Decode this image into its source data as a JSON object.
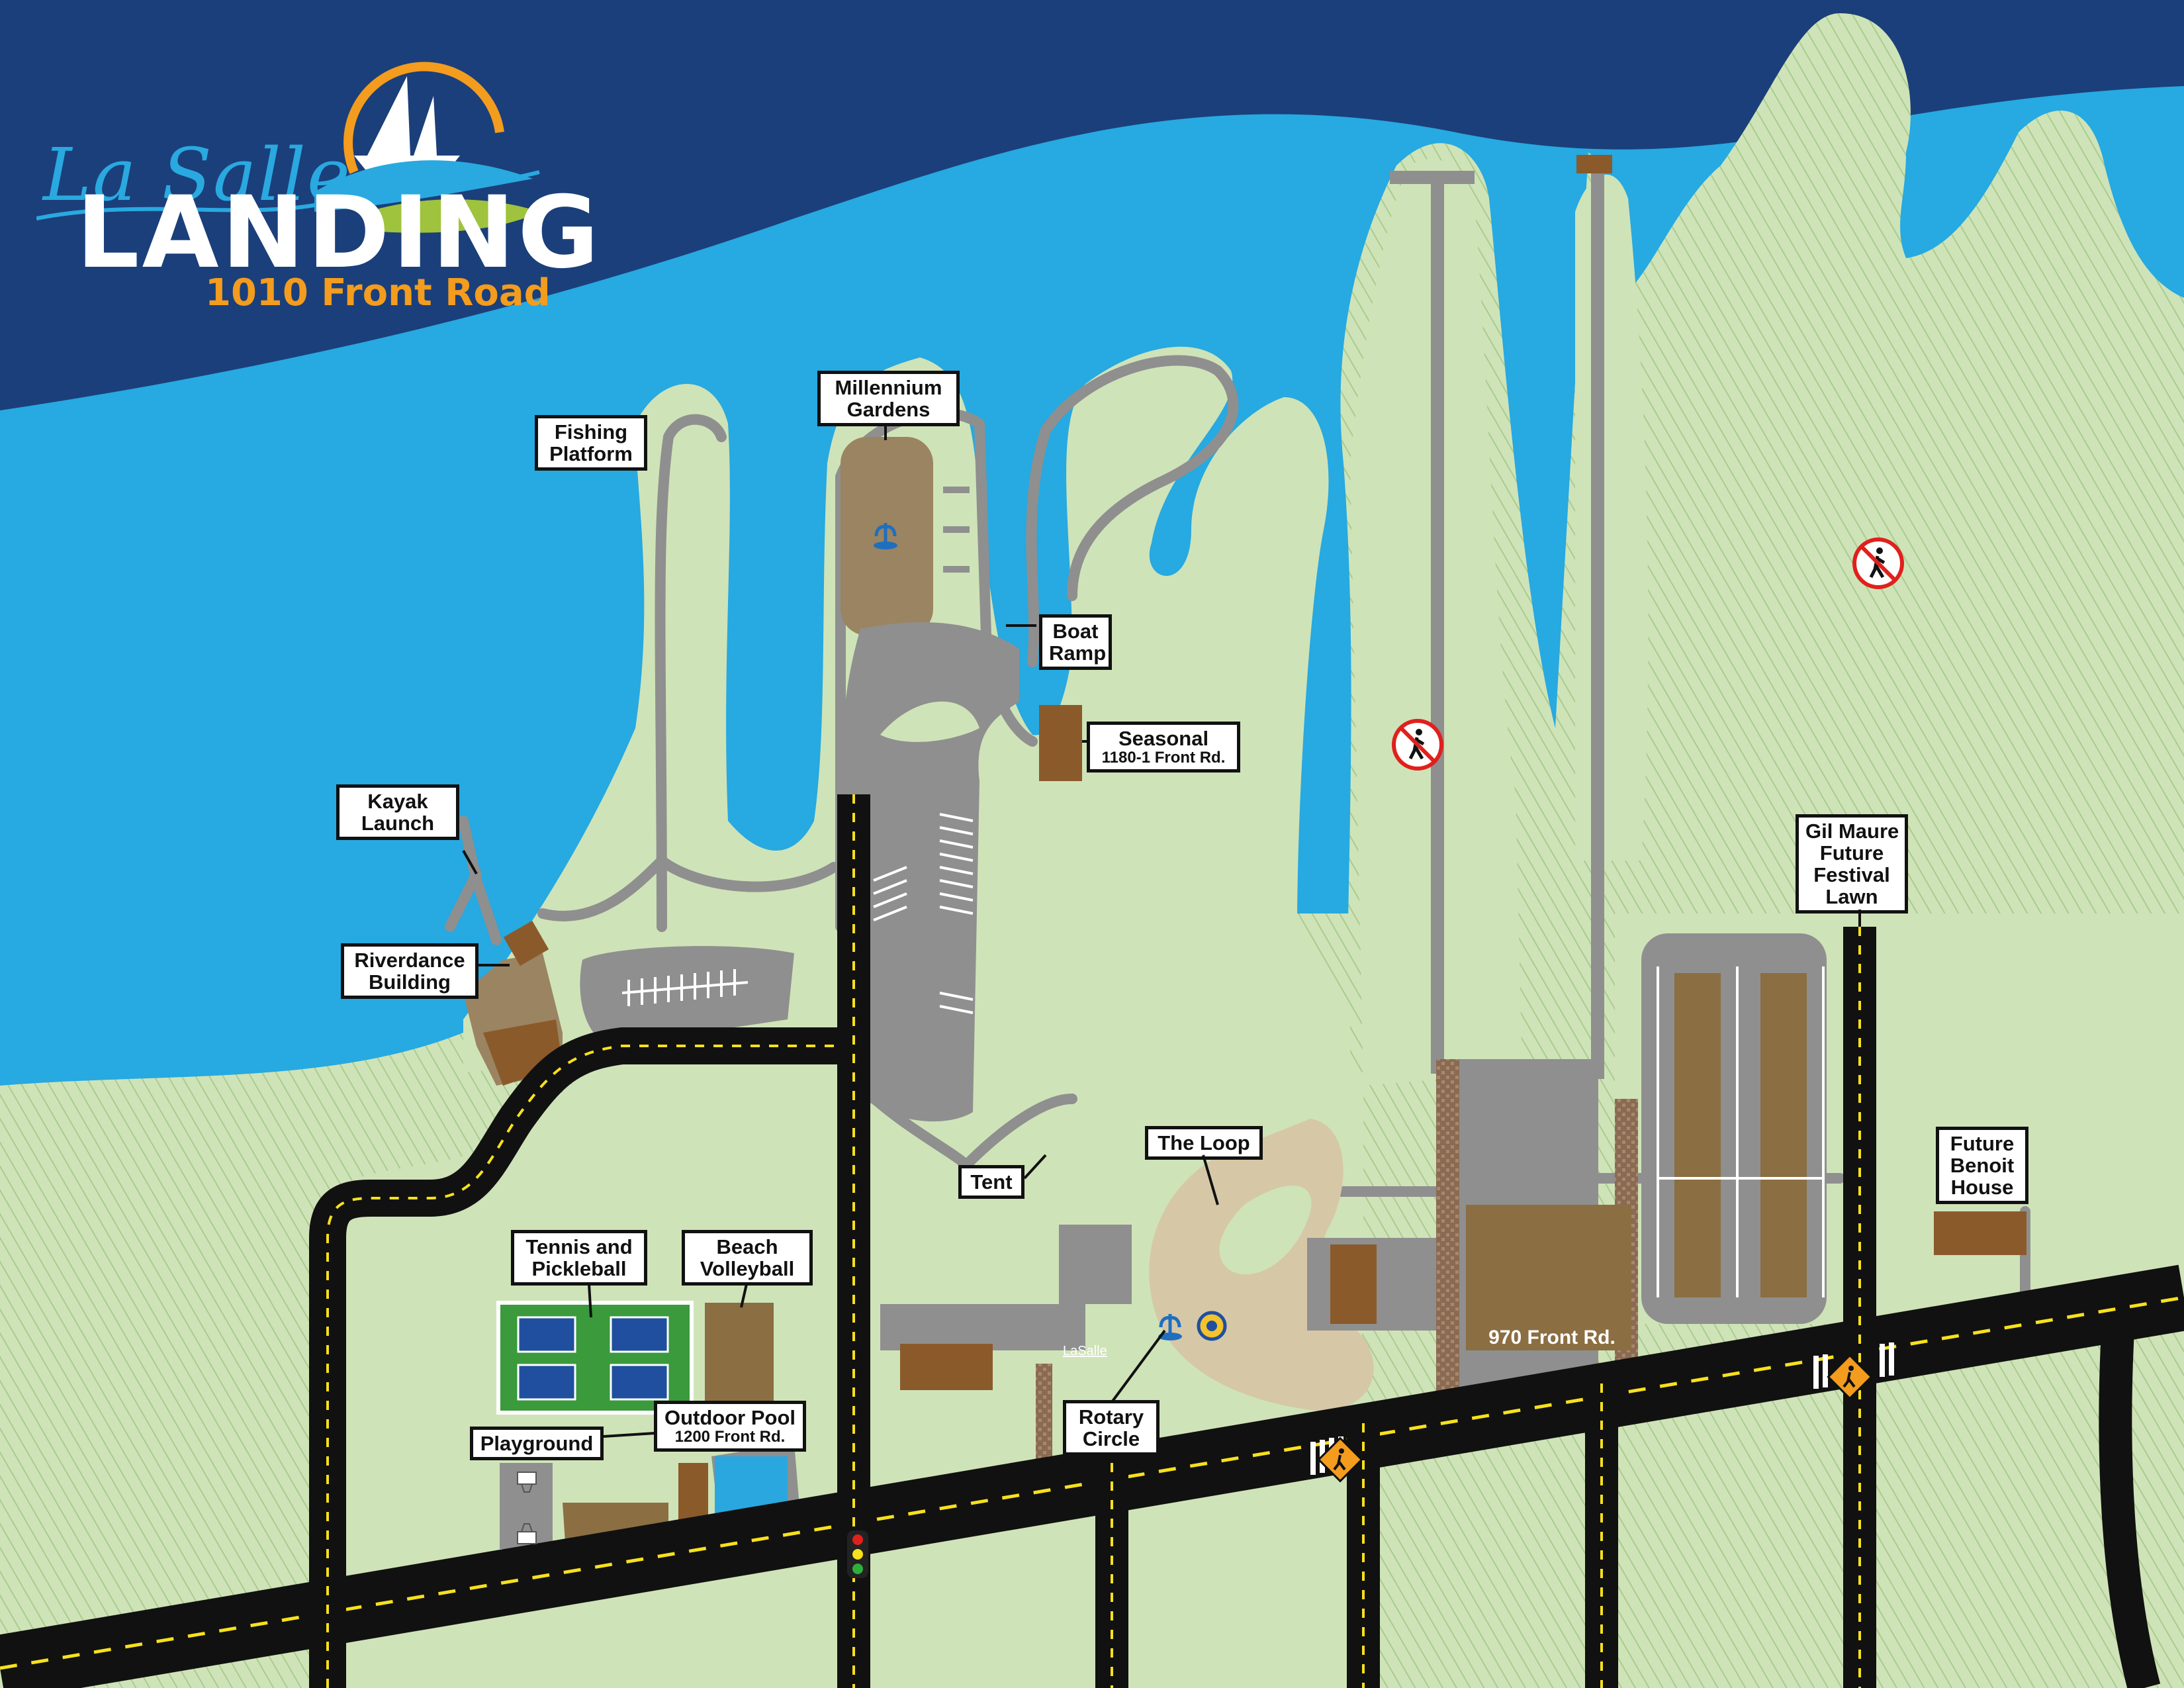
{
  "logo": {
    "script": "La Salle",
    "title": "LANDING",
    "address": "1010 Front Road"
  },
  "colors": {
    "deep_water": "#1b3f7a",
    "water": "#27a9e1",
    "land": "#cfe3b8",
    "path": "#8f8f8f",
    "road": "#111111",
    "road_line": "#f7e11c",
    "building": "#8b5a2b",
    "garden": "#9b8461",
    "court": "#3a9a3c",
    "pool": "#2aa7df",
    "accent_orange": "#f39c1e"
  },
  "labels": {
    "millennium_gardens": [
      "Millennium",
      "Gardens"
    ],
    "fishing_platform": [
      "Fishing",
      "Platform"
    ],
    "boat_ramp": [
      "Boat",
      "Ramp"
    ],
    "seasonal": {
      "name": "Seasonal",
      "address": "1180-1 Front Rd."
    },
    "kayak_launch": [
      "Kayak",
      "Launch"
    ],
    "riverdance": [
      "Riverdance",
      "Building"
    ],
    "gil_maure": [
      "Gil Maure",
      "Future",
      "Festival",
      "Lawn"
    ],
    "future_benoit": [
      "Future",
      "Benoit",
      "House"
    ],
    "the_loop": "The Loop",
    "tent": "Tent",
    "tennis": [
      "Tennis and",
      "Pickleball"
    ],
    "beach_volleyball": [
      "Beach",
      "Volleyball"
    ],
    "outdoor_pool": {
      "name": "Outdoor Pool",
      "address": "1200 Front Rd."
    },
    "playground": "Playground",
    "rotary_circle": [
      "Rotary",
      "Circle"
    ],
    "front_970": "970 Front Rd.",
    "sign_lasalle": "LaSalle"
  },
  "icons": [
    "no-walking-icon",
    "pedestrian-crossing-icon",
    "traffic-light-icon",
    "fountain-icon",
    "rotary-emblem-icon",
    "basketball-hoop-icon",
    "ship-icon"
  ]
}
